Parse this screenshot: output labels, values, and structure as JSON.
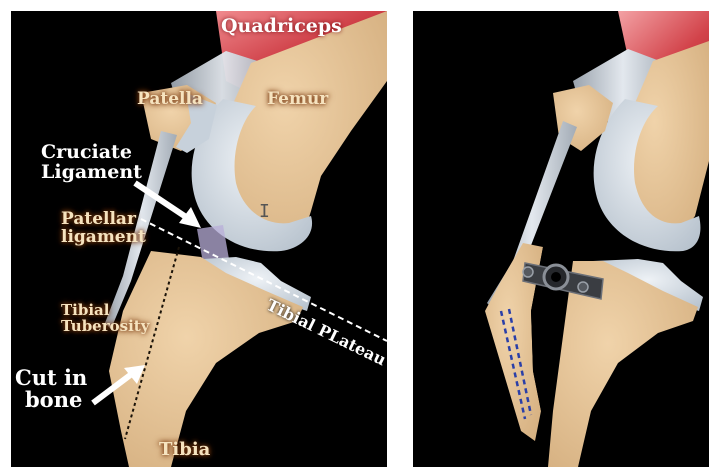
{
  "labels": {
    "quadriceps": "Quadriceps",
    "patella": "Patella",
    "femur": "Femur",
    "cruciate_line1": "Cruciate",
    "cruciate_line2": "Ligament",
    "patellar_line1": "Patellar",
    "patellar_line2": "ligament",
    "tibial_plateau": "Tibial PLateau",
    "tuberosity_line1": "Tibial",
    "tuberosity_line2": "Tuberosity",
    "cut_line1": "Cut in",
    "cut_line2": "bone",
    "tibia": "Tibia"
  },
  "colors": {
    "background": "#000000",
    "bone": "#e3c296",
    "cartilage": "#d3dce6",
    "muscle": "#d8363e",
    "tendon": "#c9cfd7",
    "implant": "#3a3d42",
    "screw_line": "#2a3fa8"
  }
}
